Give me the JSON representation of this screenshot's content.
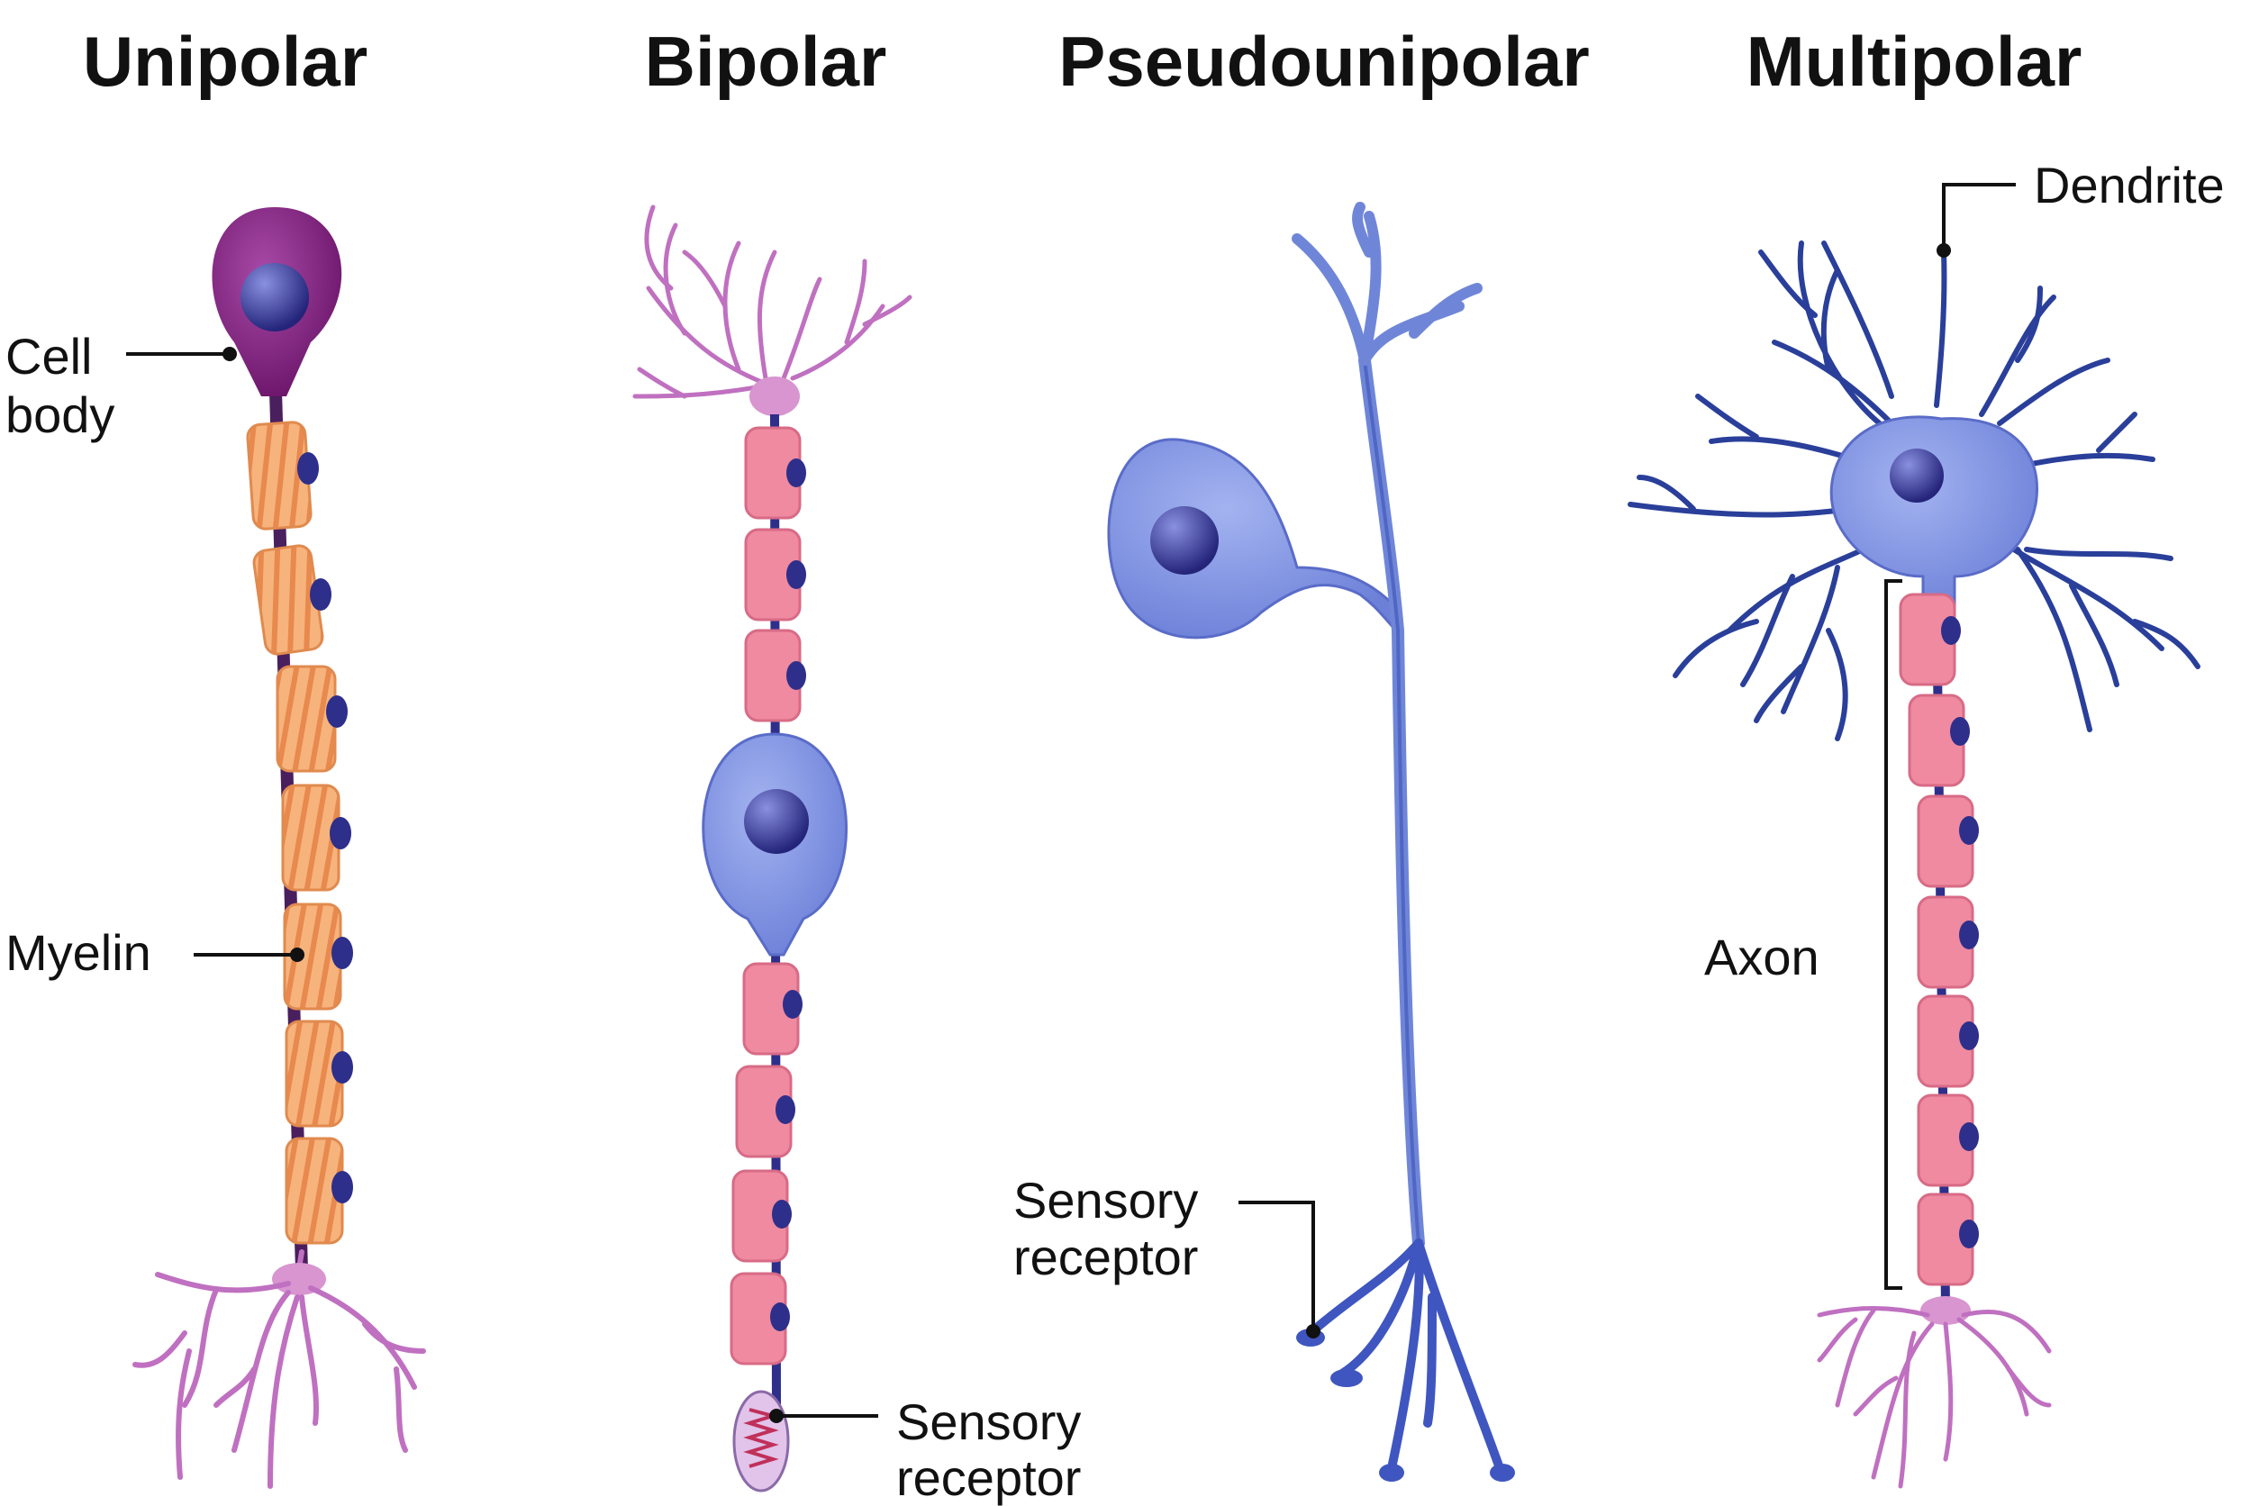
{
  "titles": {
    "unipolar": "Unipolar",
    "bipolar": "Bipolar",
    "pseudounipolar": "Pseudounipolar",
    "multipolar": "Multipolar"
  },
  "labels": {
    "cell_body_line1": "Cell",
    "cell_body_line2": "body",
    "myelin": "Myelin",
    "bipolar_receptor_line1": "Sensory",
    "bipolar_receptor_line2": "receptor",
    "pseudo_receptor_line1": "Sensory",
    "pseudo_receptor_line2": "receptor",
    "dendrite": "Dendrite",
    "axon": "Axon"
  },
  "colors": {
    "unipolar_soma": "#7b1f7a",
    "unipolar_myelin": "#f6b07a",
    "pink_dendrite": "#c070c0",
    "pink_myelin": "#ef8aa0",
    "blue_soma": "#7b8ee0",
    "blue_process": "#6f86d8",
    "dark_blue_dendrite": "#2a3f9a",
    "nucleus": "#2e2f8a",
    "node": "#4a1f5e"
  }
}
